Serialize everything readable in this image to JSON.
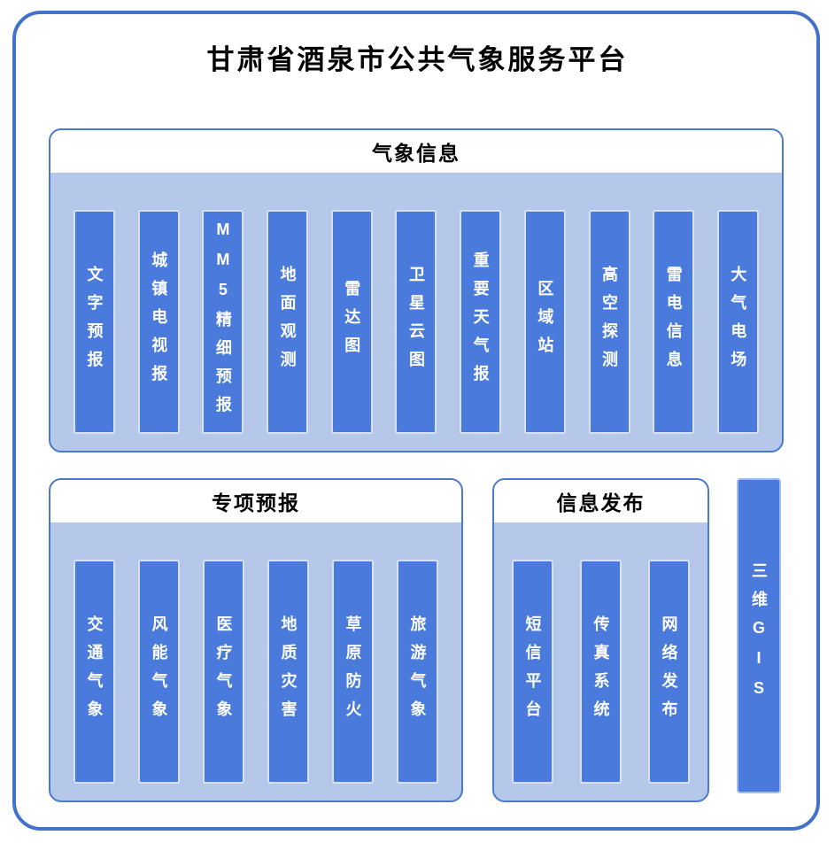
{
  "page": {
    "title": "甘肃省酒泉市公共气象服务平台"
  },
  "sections": {
    "weather_info": {
      "title": "气象信息",
      "items": [
        "文字预报",
        "城镇电视报",
        "MM5精细预报",
        "地面观测",
        "雷达图",
        "卫星云图",
        "重要天气报",
        "区域站",
        "高空探测",
        "雷电信息",
        "大气电场"
      ]
    },
    "special_forecast": {
      "title": "专项预报",
      "items": [
        "交通气象",
        "风能气象",
        "医疗气象",
        "地质灾害",
        "草原防火",
        "旅游气象"
      ]
    },
    "info_release": {
      "title": "信息发布",
      "items": [
        "短信平台",
        "传真系统",
        "网络发布"
      ]
    },
    "gis": {
      "label": "三维GIS"
    }
  },
  "colors": {
    "frame_blue": "#4372c8",
    "panel_light_blue": "#b6c8ea",
    "bar_blue": "#4a7bdc",
    "bar_border": "#d7e2f5",
    "header_bg": "#ffffff",
    "bar_text": "#ffffff",
    "title_text": "#000000"
  }
}
